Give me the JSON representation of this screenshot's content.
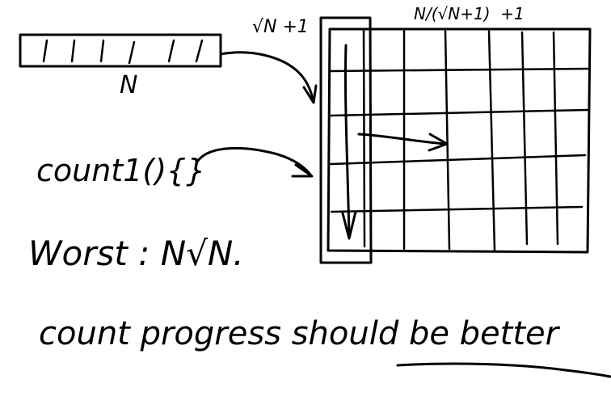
{
  "colors": {
    "ink": "#000000",
    "background": "#ffffff"
  },
  "labels": {
    "array_size": "N",
    "column_width": "√N +1",
    "row_count": "N/(√N+1)  +1",
    "function": "count1(){}",
    "worst_case": "Worst : N√N.",
    "note_start": "count progress should ",
    "note_emphasis": "be better"
  },
  "array": {
    "cells": 6
  },
  "grid": {
    "rows": 5,
    "columns": 7
  }
}
